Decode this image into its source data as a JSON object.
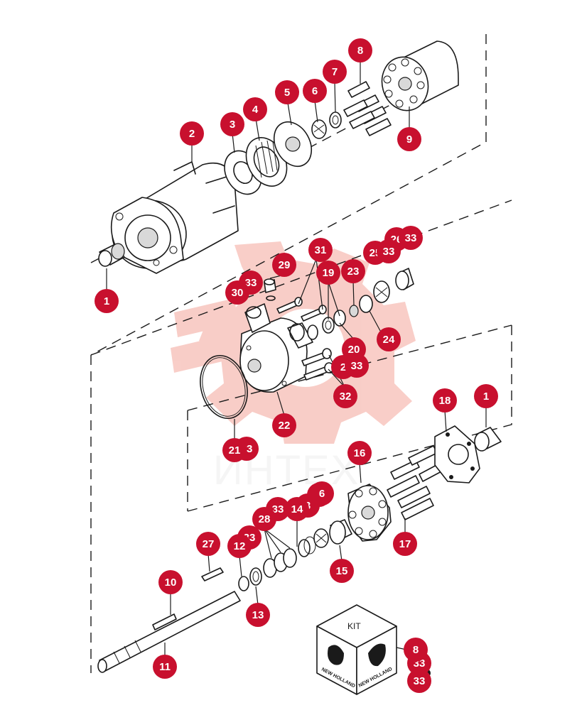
{
  "watermark": {
    "text": "ИНТЕХ",
    "color": "#e8503a"
  },
  "kit": {
    "label": "KIT",
    "brand": "NEW HOLLAND"
  },
  "colors": {
    "callout": "#c8102e",
    "line": "#1a1a1a"
  },
  "callouts": [
    {
      "id": "c1a",
      "label": "1"
    },
    {
      "id": "c2",
      "label": "2"
    },
    {
      "id": "c3",
      "label": "3"
    },
    {
      "id": "c4",
      "label": "4"
    },
    {
      "id": "c5",
      "label": "5"
    },
    {
      "id": "c6",
      "label": "6"
    },
    {
      "id": "c7",
      "label": "7"
    },
    {
      "id": "c8a",
      "label": "8"
    },
    {
      "id": "c9",
      "label": "9"
    },
    {
      "id": "c26",
      "label": "26"
    },
    {
      "id": "c33a",
      "label": "33"
    },
    {
      "id": "c25",
      "label": "25"
    },
    {
      "id": "c33b",
      "label": "33"
    },
    {
      "id": "c31",
      "label": "31"
    },
    {
      "id": "c29",
      "label": "29"
    },
    {
      "id": "c33c",
      "label": "33"
    },
    {
      "id": "c30",
      "label": "30"
    },
    {
      "id": "c19",
      "label": "19"
    },
    {
      "id": "c23",
      "label": "23"
    },
    {
      "id": "c24",
      "label": "24"
    },
    {
      "id": "c20",
      "label": "20"
    },
    {
      "id": "c2b",
      "label": "2"
    },
    {
      "id": "c33d",
      "label": "33"
    },
    {
      "id": "c32",
      "label": "32"
    },
    {
      "id": "c22",
      "label": "22"
    },
    {
      "id": "c18",
      "label": "18"
    },
    {
      "id": "c1b",
      "label": "1"
    },
    {
      "id": "c33e",
      "label": "33"
    },
    {
      "id": "c21",
      "label": "21"
    },
    {
      "id": "c16",
      "label": "16"
    },
    {
      "id": "c33f",
      "label": "33"
    },
    {
      "id": "c3b",
      "label": "3"
    },
    {
      "id": "c33g",
      "label": "33"
    },
    {
      "id": "c14",
      "label": "14"
    },
    {
      "id": "c6b",
      "label": "6"
    },
    {
      "id": "c33h",
      "label": "33"
    },
    {
      "id": "c28",
      "label": "28"
    },
    {
      "id": "c27",
      "label": "27"
    },
    {
      "id": "c12",
      "label": "12"
    },
    {
      "id": "c17",
      "label": "17"
    },
    {
      "id": "c15",
      "label": "15"
    },
    {
      "id": "c10",
      "label": "10"
    },
    {
      "id": "c13",
      "label": "13"
    },
    {
      "id": "c11",
      "label": "11"
    },
    {
      "id": "c33i",
      "label": "33"
    },
    {
      "id": "c8b",
      "label": "8"
    },
    {
      "id": "c33j",
      "label": "33"
    }
  ]
}
